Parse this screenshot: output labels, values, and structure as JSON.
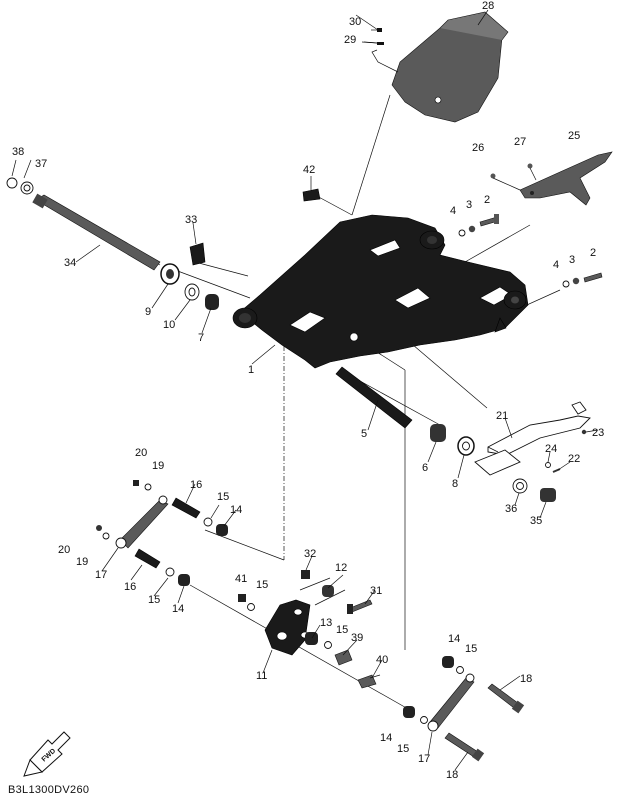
{
  "diagram_code": "B3L1300DV260",
  "front_arrow_label": "FWD",
  "callouts": {
    "c1": "1",
    "c2a": "2",
    "c2b": "2",
    "c3a": "3",
    "c3b": "3",
    "c4a": "4",
    "c4b": "4",
    "c5": "5",
    "c6": "6",
    "c7": "7",
    "c8": "8",
    "c9": "9",
    "c10": "10",
    "c11": "11",
    "c12": "12",
    "c13": "13",
    "c14a": "14",
    "c14b": "14",
    "c14c": "14",
    "c14d": "14",
    "c15a": "15",
    "c15b": "15",
    "c15c": "15",
    "c15d": "15",
    "c15e": "15",
    "c15f": "15",
    "c16a": "16",
    "c16b": "16",
    "c17a": "17",
    "c17b": "17",
    "c18a": "18",
    "c18b": "18",
    "c19a": "19",
    "c19b": "19",
    "c20a": "20",
    "c20b": "20",
    "c21": "21",
    "c22": "22",
    "c23": "23",
    "c24": "24",
    "c25": "25",
    "c26": "26",
    "c27": "27",
    "c28": "28",
    "c29": "29",
    "c30": "30",
    "c31": "31",
    "c32": "32",
    "c33": "33",
    "c34": "34",
    "c35": "35",
    "c36": "36",
    "c37": "37",
    "c38": "38",
    "c39": "39",
    "c40": "40",
    "c41": "41",
    "c42": "42"
  }
}
